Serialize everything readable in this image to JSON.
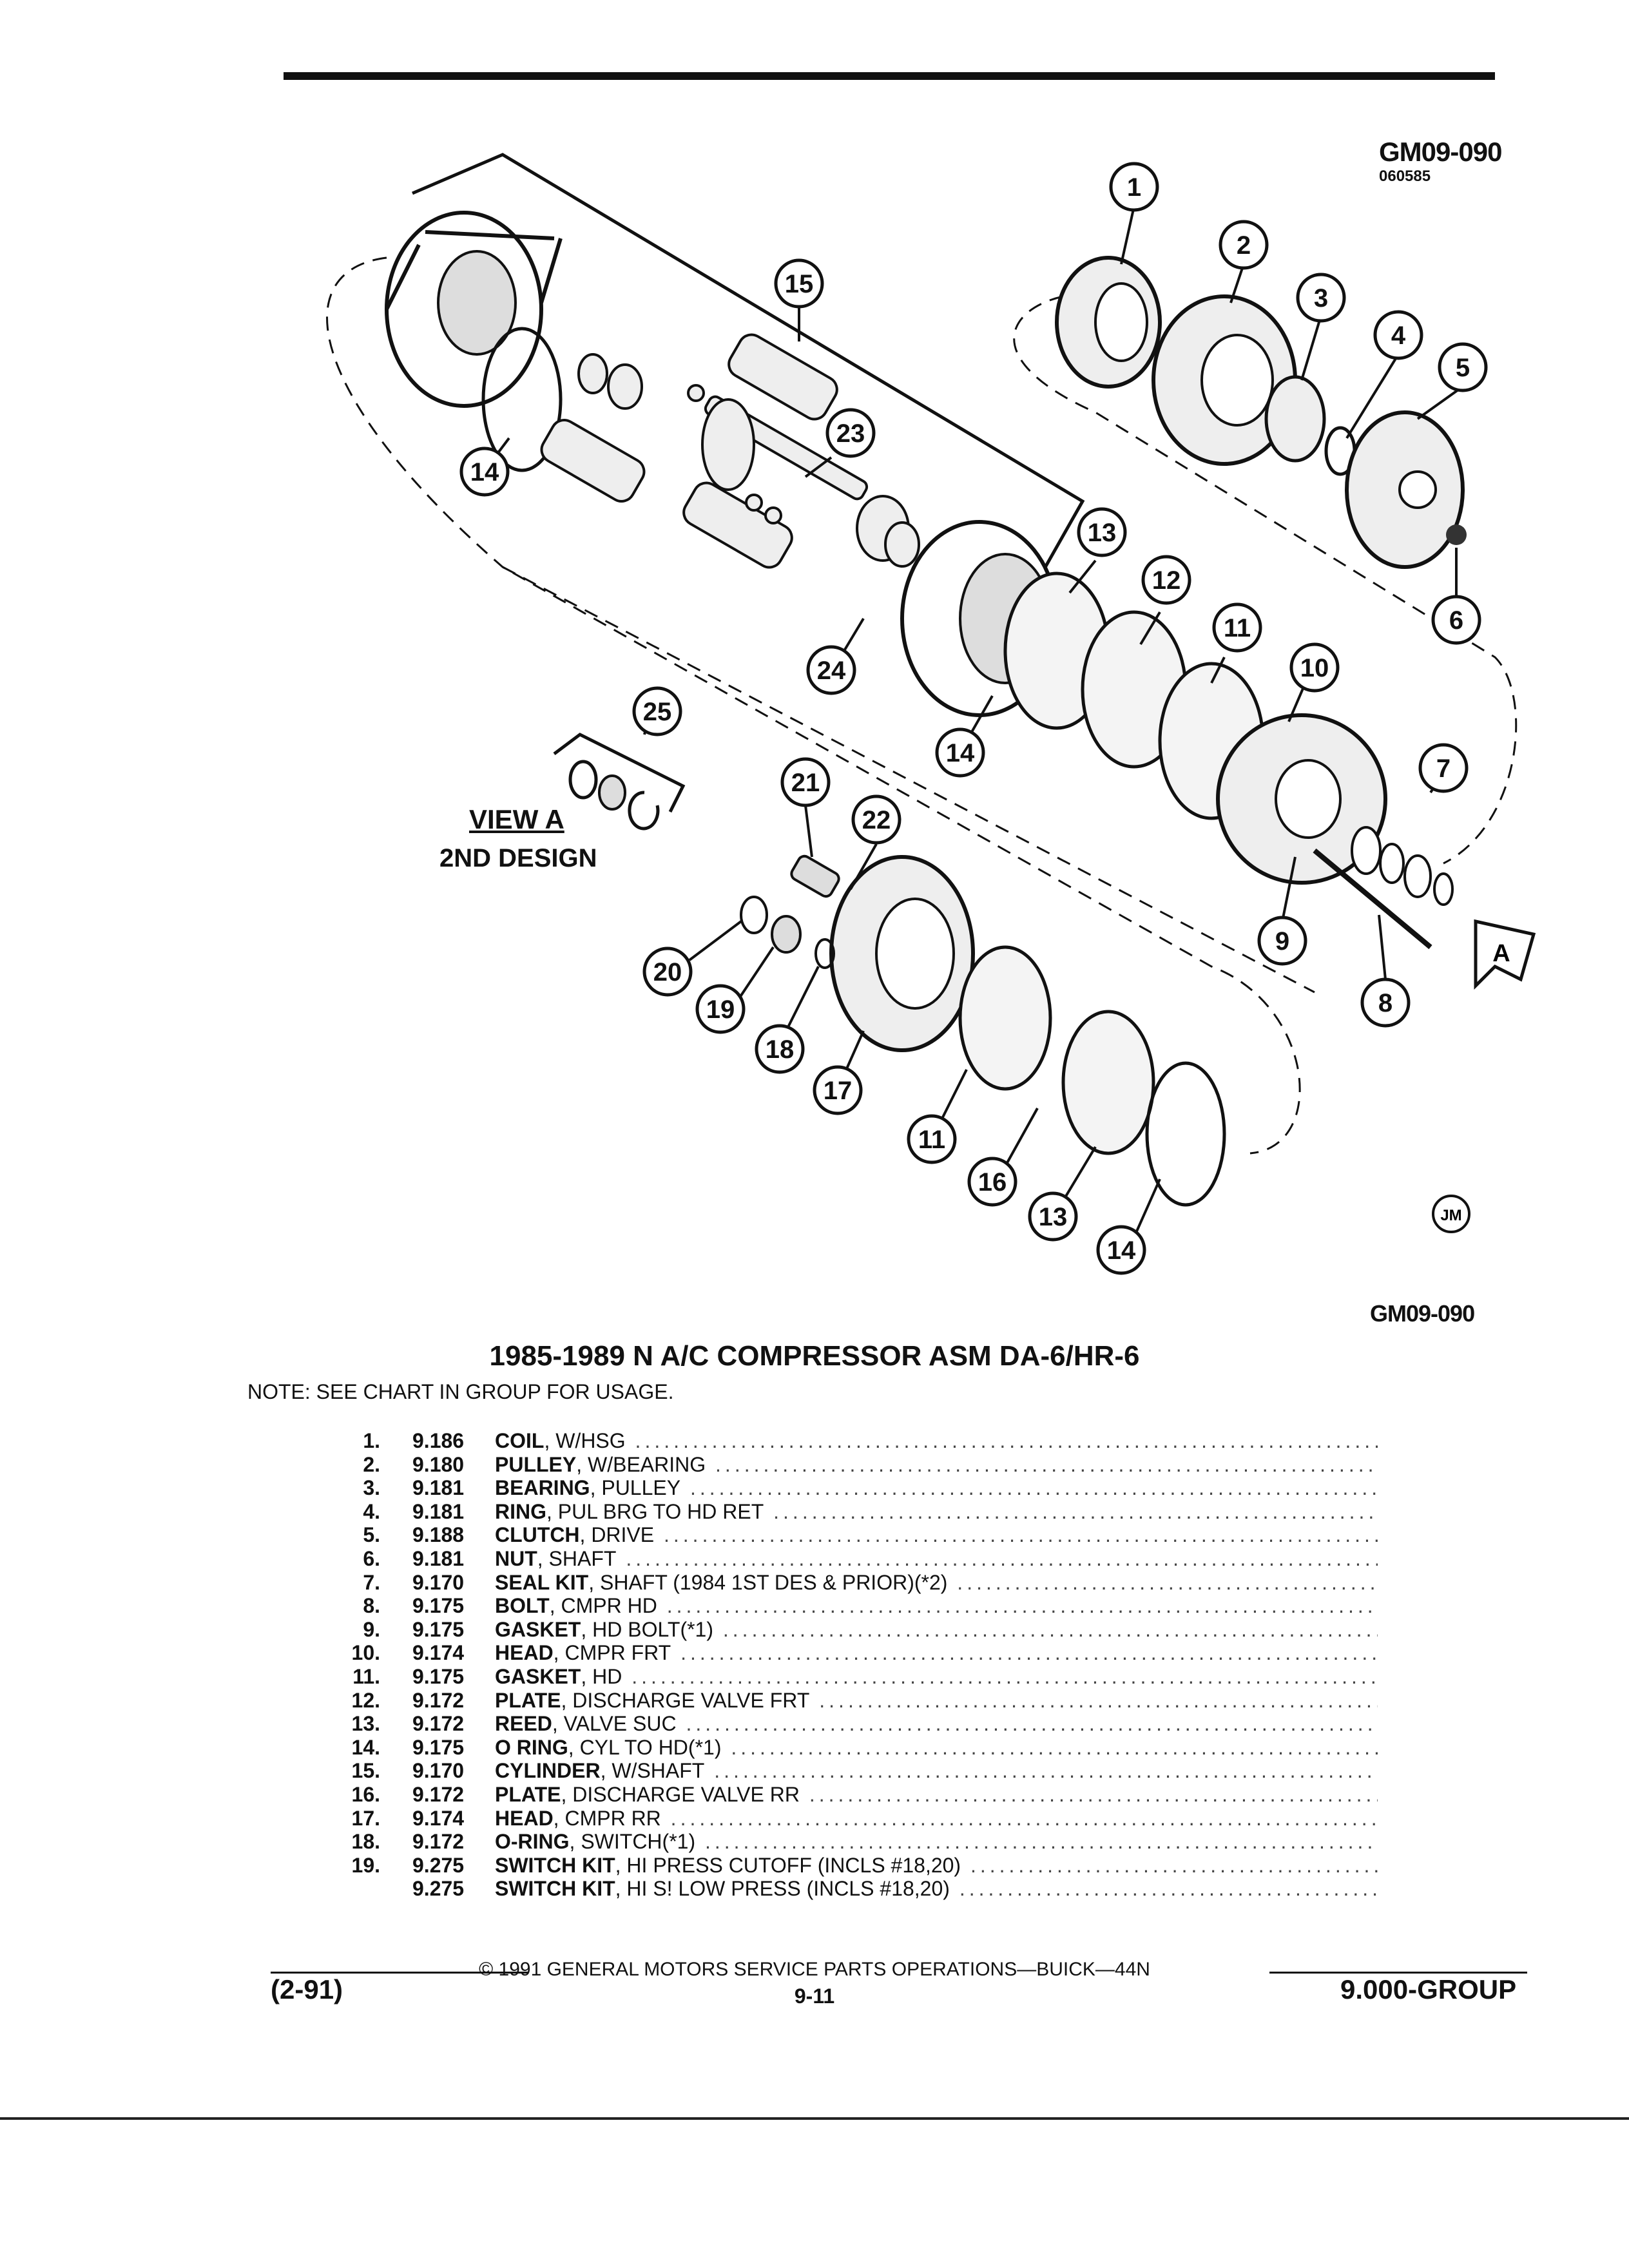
{
  "header": {
    "code_top": "GM09-090",
    "code_sub": "060585",
    "code_bottom": "GM09-090",
    "logo": "JM"
  },
  "diagram": {
    "view_label": "VIEW A",
    "design_label": "2ND DESIGN",
    "arrow_label": "A",
    "callouts": [
      "1",
      "2",
      "3",
      "4",
      "5",
      "6",
      "7",
      "8",
      "9",
      "10",
      "11",
      "12",
      "13",
      "14",
      "15",
      "14",
      "23",
      "24",
      "25",
      "21",
      "22",
      "20",
      "19",
      "18",
      "17",
      "11",
      "16",
      "13",
      "14"
    ]
  },
  "title": "1985-1989 N A/C COMPRESSOR ASM DA-6/HR-6",
  "note": "NOTE: SEE CHART IN GROUP FOR USAGE.",
  "parts": [
    {
      "num": "1.",
      "group": "9.186",
      "name": "COIL",
      "detail": ", W/HSG"
    },
    {
      "num": "2.",
      "group": "9.180",
      "name": "PULLEY",
      "detail": ", W/BEARING"
    },
    {
      "num": "3.",
      "group": "9.181",
      "name": "BEARING",
      "detail": ", PULLEY"
    },
    {
      "num": "4.",
      "group": "9.181",
      "name": "RING",
      "detail": ", PUL BRG TO HD RET"
    },
    {
      "num": "5.",
      "group": "9.188",
      "name": "CLUTCH",
      "detail": ", DRIVE"
    },
    {
      "num": "6.",
      "group": "9.181",
      "name": "NUT",
      "detail": ", SHAFT"
    },
    {
      "num": "7.",
      "group": "9.170",
      "name": "SEAL KIT",
      "detail": ", SHAFT (1984 1ST DES & PRIOR)(*2)"
    },
    {
      "num": "8.",
      "group": "9.175",
      "name": "BOLT",
      "detail": ", CMPR HD"
    },
    {
      "num": "9.",
      "group": "9.175",
      "name": "GASKET",
      "detail": ", HD BOLT(*1)"
    },
    {
      "num": "10.",
      "group": "9.174",
      "name": "HEAD",
      "detail": ", CMPR FRT"
    },
    {
      "num": "11.",
      "group": "9.175",
      "name": "GASKET",
      "detail": ", HD"
    },
    {
      "num": "12.",
      "group": "9.172",
      "name": "PLATE",
      "detail": ", DISCHARGE VALVE FRT"
    },
    {
      "num": "13.",
      "group": "9.172",
      "name": "REED",
      "detail": ", VALVE SUC"
    },
    {
      "num": "14.",
      "group": "9.175",
      "name": "O RING",
      "detail": ", CYL TO HD(*1)"
    },
    {
      "num": "15.",
      "group": "9.170",
      "name": "CYLINDER",
      "detail": ", W/SHAFT"
    },
    {
      "num": "16.",
      "group": "9.172",
      "name": "PLATE",
      "detail": ", DISCHARGE VALVE RR"
    },
    {
      "num": "17.",
      "group": "9.174",
      "name": "HEAD",
      "detail": ", CMPR RR"
    },
    {
      "num": "18.",
      "group": "9.172",
      "name": "O-RING",
      "detail": ", SWITCH(*1)"
    },
    {
      "num": "19.",
      "group": "9.275",
      "name": "SWITCH KIT",
      "detail": ", HI PRESS CUTOFF (INCLS #18,20)"
    },
    {
      "num": "",
      "group": "9.275",
      "name": "SWITCH KIT",
      "detail": ", HI S! LOW PRESS (INCLS #18,20)"
    }
  ],
  "footer": {
    "copyright": "© 1991 GENERAL MOTORS SERVICE PARTS OPERATIONS—BUICK—44N",
    "page": "9-11",
    "date": "(2-91)",
    "group": "9.000-GROUP"
  }
}
